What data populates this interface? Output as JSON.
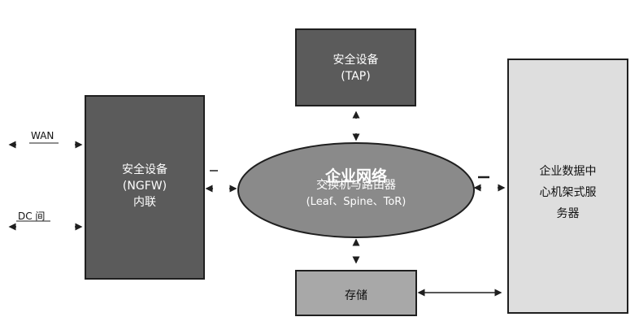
{
  "nodes": {
    "tap": {
      "line1": "安全设备",
      "line2": "(TAP)"
    },
    "ngfw": {
      "line1": "安全设备",
      "line2": "(NGFW)",
      "line3": "内联"
    },
    "network": {
      "title": "企业网络",
      "line1": "交换机与路由器",
      "line2": "(Leaf、Spine、ToR)"
    },
    "server": {
      "line1": "企业数据中",
      "line2": "心机架式服",
      "line3": "务器"
    },
    "storage": {
      "label": "存储"
    }
  },
  "external": {
    "wan": "WAN",
    "dc": "DC 间"
  },
  "colors": {
    "dark_box": "#5b5b5b",
    "ellipse": "#8a8a8a",
    "server_box": "#dedede",
    "storage_box": "#a8a8a8",
    "line": "#1f1f1f"
  }
}
